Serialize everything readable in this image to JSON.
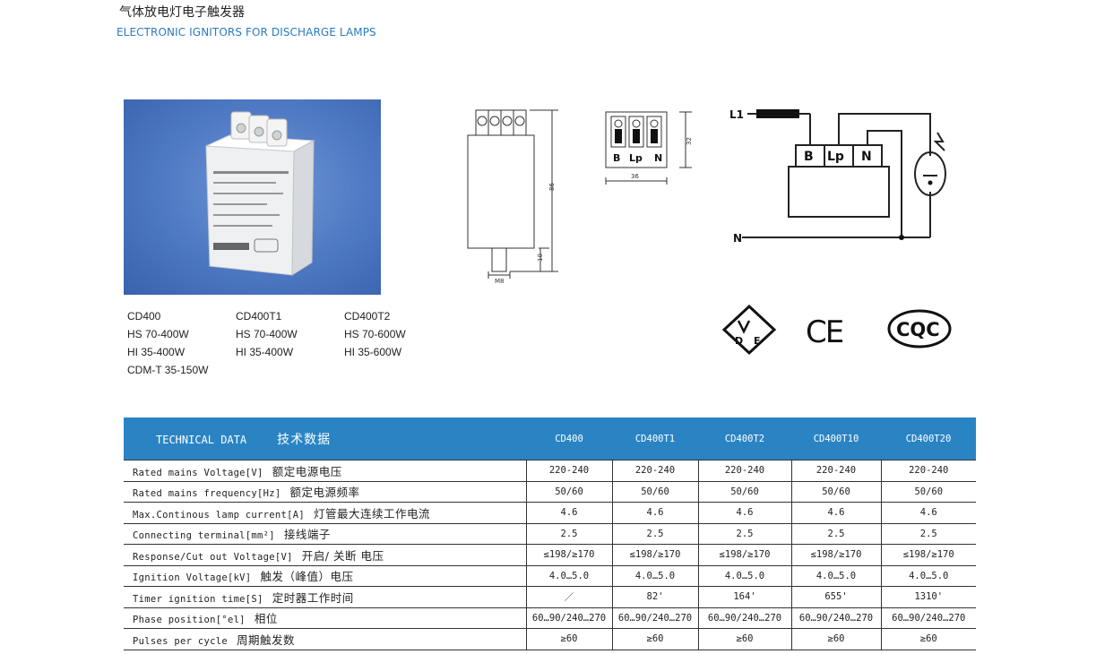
{
  "header": {
    "title_cn": "气体放电灯电子触发器",
    "title_en": "ELECTRONIC IGNITORS FOR DISCHARGE LAMPS"
  },
  "models": [
    {
      "name": "CD400",
      "specs": [
        "HS 70-400W",
        "HI 35-400W",
        "CDM-T 35-150W"
      ]
    },
    {
      "name": "CD400T1",
      "specs": [
        "HS 70-400W",
        "HI 35-400W"
      ]
    },
    {
      "name": "CD400T2",
      "specs": [
        "HS 70-600W",
        "HI 35-600W"
      ]
    }
  ],
  "drawing": {
    "height": "86",
    "stem": "10",
    "thread": "M8",
    "term_width": "36",
    "term_height": "32",
    "terminals": [
      "B",
      "Lp",
      "N"
    ]
  },
  "wiring": {
    "line_label": "L1",
    "neutral_label": "N",
    "terminals": [
      "B",
      "Lp",
      "N"
    ]
  },
  "certifications": {
    "vde": "VDE",
    "ce": "CE",
    "cqc": "CQC"
  },
  "table": {
    "header_en": "TECHNICAL DATA",
    "header_cn": "技术数据",
    "columns": [
      "CD400",
      "CD400T1",
      "CD400T2",
      "CD400T10",
      "CD400T20"
    ],
    "rows": [
      {
        "en": "Rated mains Voltage[V]",
        "cn": "额定电源电压",
        "values": [
          "220-240",
          "220-240",
          "220-240",
          "220-240",
          "220-240"
        ]
      },
      {
        "en": "Rated mains frequency[Hz]",
        "cn": "额定电源频率",
        "values": [
          "50/60",
          "50/60",
          "50/60",
          "50/60",
          "50/60"
        ]
      },
      {
        "en": "Max.Continous lamp current[A]",
        "cn": "灯管最大连续工作电流",
        "values": [
          "4.6",
          "4.6",
          "4.6",
          "4.6",
          "4.6"
        ]
      },
      {
        "en": "Connecting terminal[mm²]",
        "cn": "接线端子",
        "values": [
          "2.5",
          "2.5",
          "2.5",
          "2.5",
          "2.5"
        ]
      },
      {
        "en": "Response/Cut out Voltage[V]",
        "cn": "开启/ 关断 电压",
        "values": [
          "≤198/≥170",
          "≤198/≥170",
          "≤198/≥170",
          "≤198/≥170",
          "≤198/≥170"
        ]
      },
      {
        "en": "Ignition Voltage[kV]",
        "cn": "触发（峰值）电压",
        "values": [
          "4.0…5.0",
          "4.0…5.0",
          "4.0…5.0",
          "4.0…5.0",
          "4.0…5.0"
        ]
      },
      {
        "en": "Timer ignition time[S]",
        "cn": "定时器工作时间",
        "values": [
          "／",
          "82'",
          "164'",
          "655'",
          "1310'"
        ]
      },
      {
        "en": "Phase position[°el]",
        "cn": "相位",
        "values": [
          "60…90/240…270",
          "60…90/240…270",
          "60…90/240…270",
          "60…90/240…270",
          "60…90/240…270"
        ]
      },
      {
        "en": "Pulses per cycle",
        "cn": "周期触发数",
        "values": [
          "≥60",
          "≥60",
          "≥60",
          "≥60",
          "≥60"
        ]
      }
    ]
  },
  "colors": {
    "accent_blue": "#2a84c4",
    "title_blue": "#2a7bc0",
    "photo_bg": "#4d78c2"
  }
}
